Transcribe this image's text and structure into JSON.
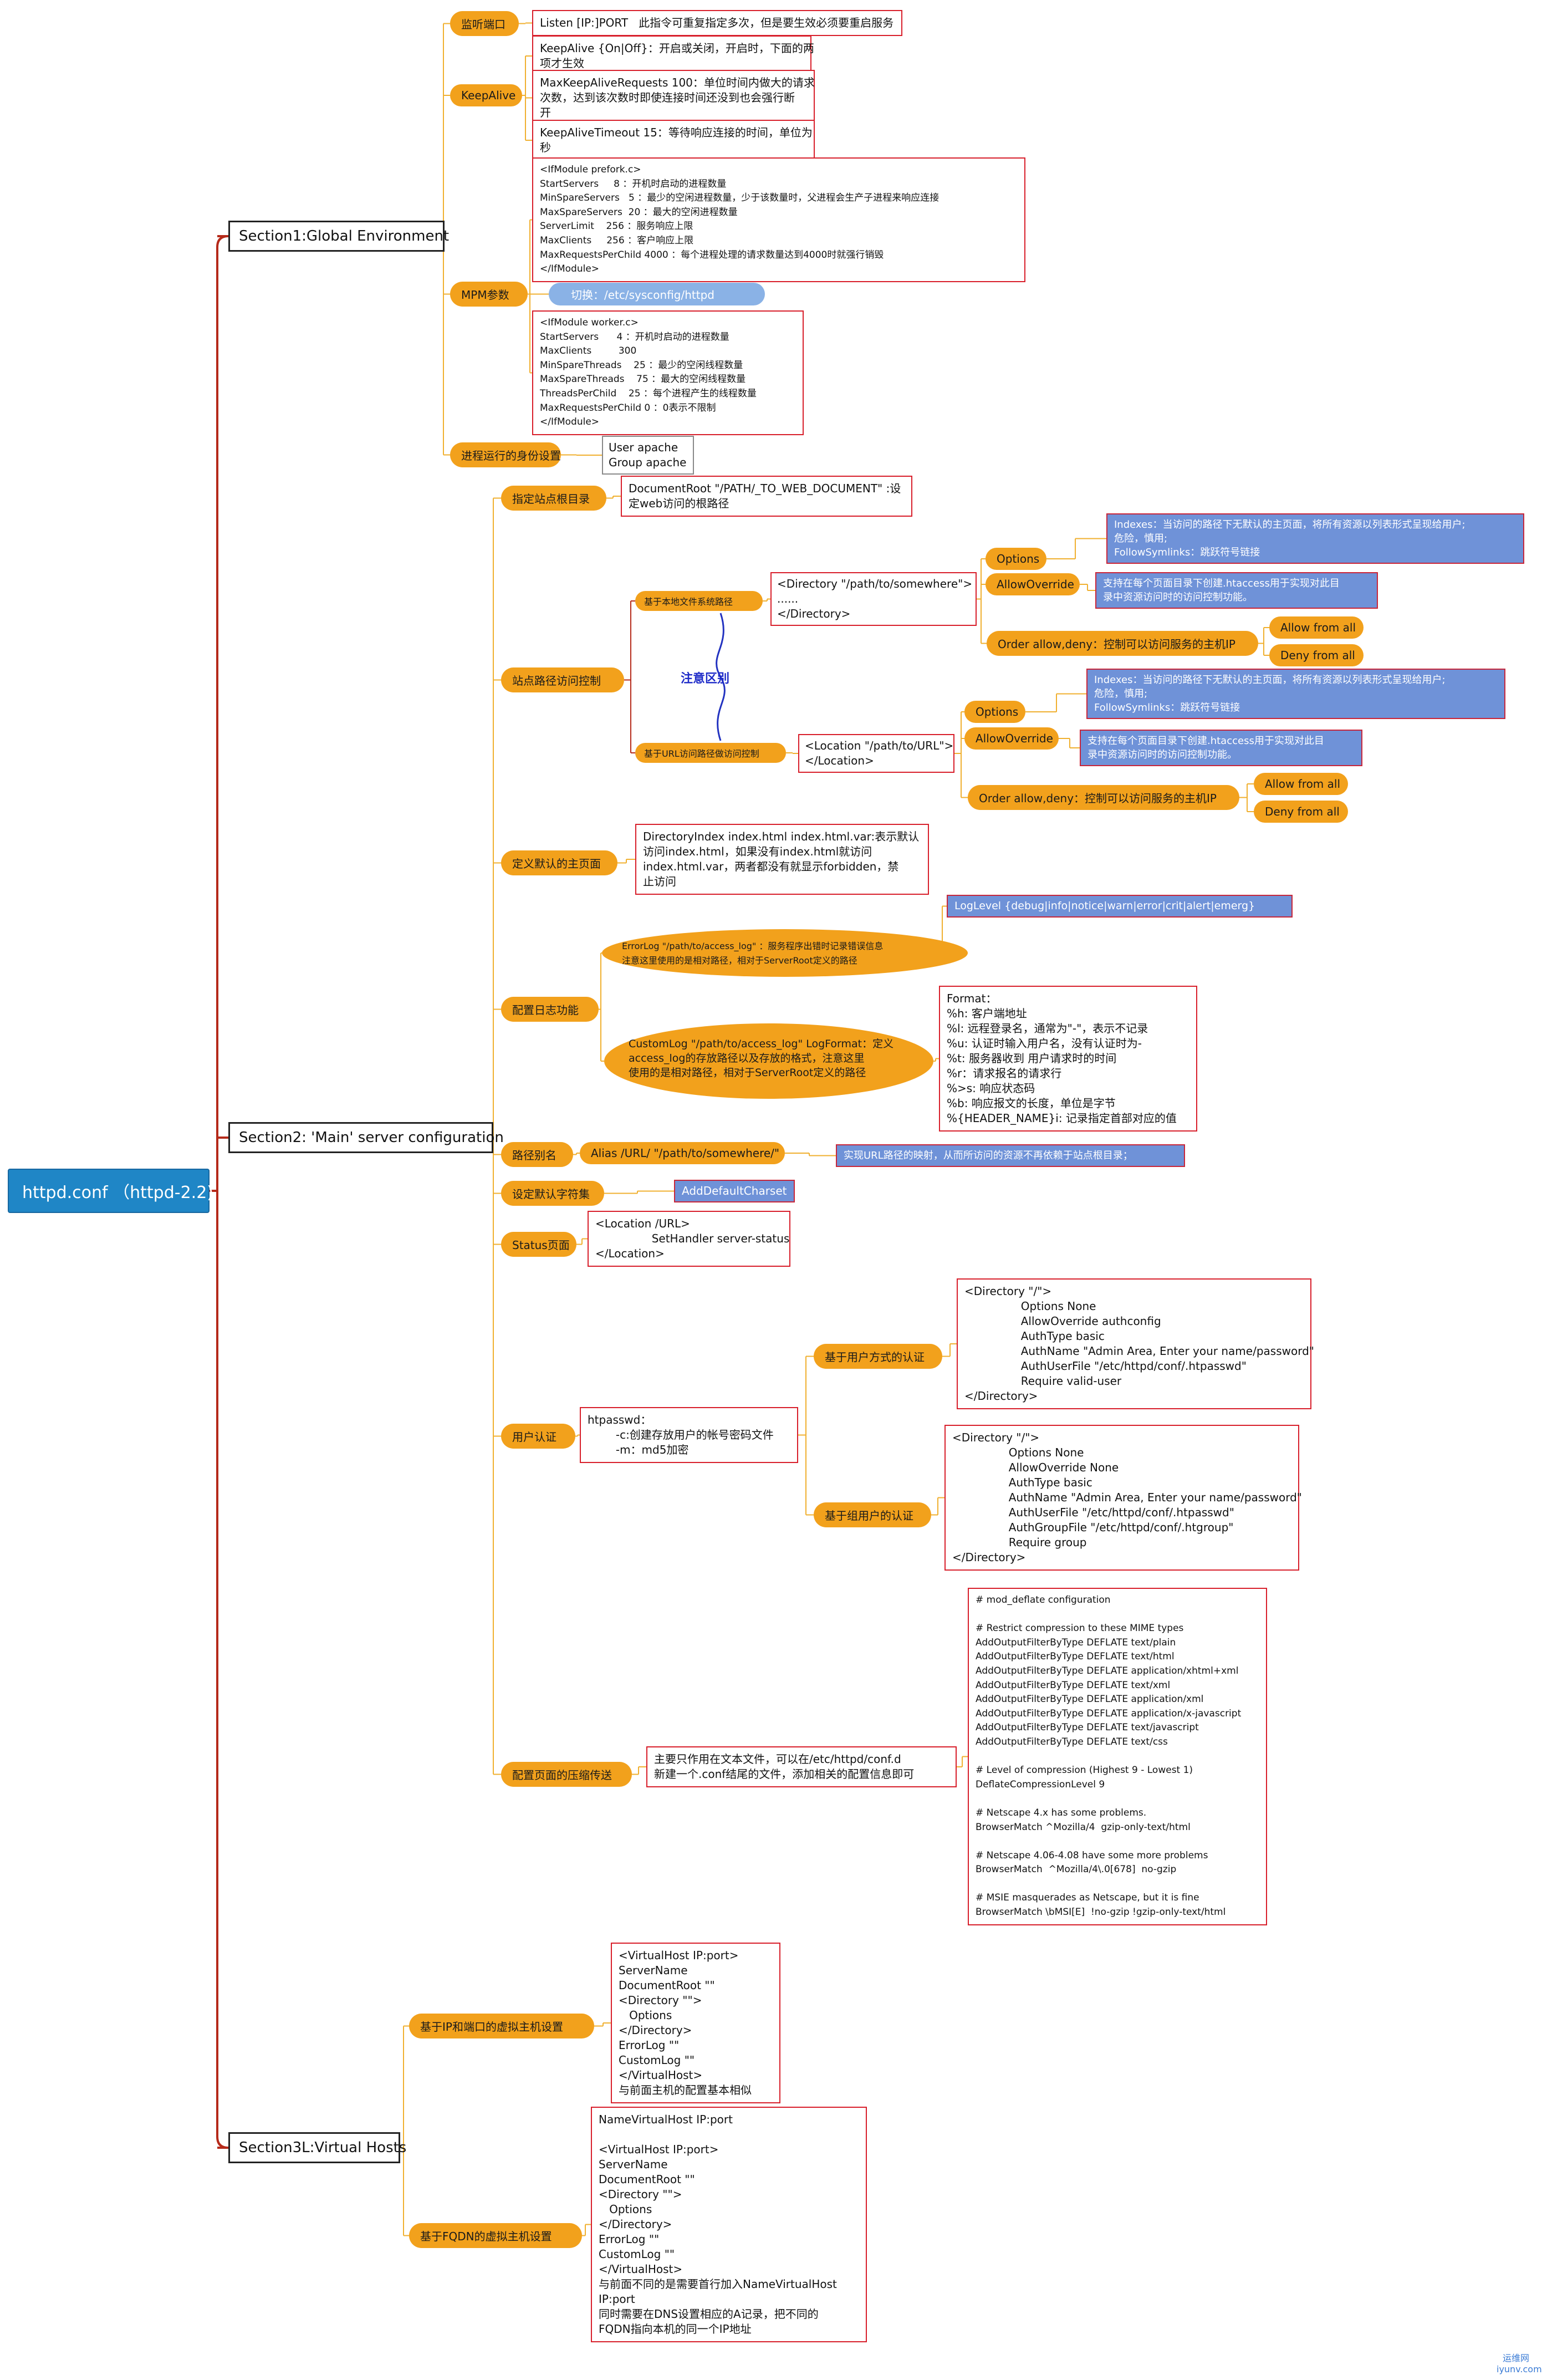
{
  "root": "httpd.conf （httpd-2.2)",
  "sections": {
    "s1": "Section1:Global Environment",
    "s2": "Section2: 'Main' server configuration",
    "s3": "Section3L:Virtual Hosts"
  },
  "g": {
    "listen_label": "监听端口",
    "listen_text": "Listen [IP:]PORT   此指令可重复指定多次，但是要生效必须要重启服务",
    "keepalive_label": "KeepAlive",
    "ka1": "KeepAlive {On|Off}：开启或关闭，开启时，下面的两\n项才生效",
    "ka2": "MaxKeepAliveRequests 100：单位时间内做大的请求\n次数，达到该次数时即使连接时间还没到也会强行断\n开",
    "ka3": "KeepAliveTimeout 15：等待响应连接的时间，单位为\n秒",
    "mpm_label": "MPM参数",
    "mpm_switch": "切换：/etc/sysconfig/httpd",
    "prefork": "<IfModule prefork.c>\nStartServers     8 ：开机时启动的进程数量\nMinSpareServers   5 ：最少的空闲进程数量，少于该数量时，父进程会生产子进程来响应连接\nMaxSpareServers  20 ：最大的空闲进程数量\nServerLimit    256 ：服务响应上限\nMaxClients     256 ：客户响应上限\nMaxRequestsPerChild 4000 ：每个进程处理的请求数量达到4000时就强行销毁\n</IfModule>",
    "worker": "<IfModule worker.c>\nStartServers      4 ：开机时启动的进程数量\nMaxClients         300\nMinSpareThreads    25 ：最少的空闲线程数量\nMaxSpareThreads    75 ：最大的空闲线程数量\nThreadsPerChild    25 ：每个进程产生的线程数量\nMaxRequestsPerChild 0 ：0表示不限制\n</IfModule>",
    "identity_label": "进程运行的身份设置",
    "identity_text": "User apache\nGroup apache"
  },
  "m": {
    "docroot_label": "指定站点根目录",
    "docroot_text": "DocumentRoot \"/PATH/_TO_WEB_DOCUMENT\" :设\n定web访问的根路径",
    "access_label": "站点路径访问控制",
    "fs_label": "基于本地文件系统路径",
    "dir_text": "<Directory \"/path/to/somewhere\">\n......\n</Directory>",
    "options": "Options",
    "options_desc": "Indexes：当访问的路径下无默认的主页面，将所有资源以列表形式呈现给用户;\n危险，慎用;\nFollowSymlinks：跳跃符号链接",
    "allowoverride": "AllowOverride",
    "ao_desc": "支持在每个页面目录下创建.htaccess用于实现对此目\n录中资源访问时的访问控制功能。",
    "order": "Order allow,deny：控制可以访问服务的主机IP",
    "allow_all": "Allow from all",
    "deny_all": "Deny from all",
    "note": "注意区别",
    "url_label": "基于URL访问路径做访问控制",
    "loc_text": "<Location \"/path/to/URL\">\n</Location>",
    "index_label": "定义默认的主页面",
    "index_text": "DirectoryIndex index.html index.html.var:表示默认\n访问index.html，如果没有index.html就访问\nindex.html.var，两者都没有就显示forbidden，禁\n止访问",
    "log_label": "配置日志功能",
    "loglevel": "LogLevel {debug|info|notice|warn|error|crit|alert|emerg}",
    "errorlog": "ErrorLog \"/path/to/access_log\" ：服务程序出错时记录错误信息\n注意这里使用的是相对路径，相对于ServerRoot定义的路径",
    "customlog": "CustomLog \"/path/to/access_log\" LogFormat：定义\naccess_log的存放路径以及存放的格式，注意这里\n使用的是相对路径，相对于ServerRoot定义的路径",
    "format": "Format：\n%h: 客户端地址\n%l: 远程登录名，通常为\"-\"，表示不记录\n%u: 认证时输入用户名，没有认证时为-\n%t: 服务器收到 用户请求时的时间\n%r：请求报名的请求行\n%>s: 响应状态码\n%b: 响应报文的长度，单位是字节\n%{HEADER_NAME}i: 记录指定首部对应的值",
    "alias_label": "路径别名",
    "alias_text": "Alias /URL/ \"/path/to/somewhere/\"",
    "alias_desc": "实现URL路径的映射，从而所访问的资源不再依赖于站点根目录；",
    "charset_label": "设定默认字符集",
    "charset_text": "AddDefaultCharset",
    "status_label": "Status页面",
    "status_text": "<Location /URL>\n                SetHandler server-status\n</Location>",
    "auth_label": "用户认证",
    "htpasswd": "htpasswd：\n        -c:创建存放用户的帐号密码文件\n        -m：md5加密",
    "user_auth_label": "基于用户方式的认证",
    "user_auth": "<Directory \"/\">\n                Options None\n                AllowOverride authconfig\n                AuthType basic\n                AuthName \"Admin Area, Enter your name/password\"\n                AuthUserFile \"/etc/httpd/conf/.htpasswd\"\n                Require valid-user\n</Directory>",
    "group_auth_label": "基于组用户的认证",
    "group_auth": "<Directory \"/\">\n                Options None\n                AllowOverride None\n                AuthType basic\n                AuthName \"Admin Area, Enter your name/password\"\n                AuthUserFile \"/etc/httpd/conf/.htpasswd\"\n                AuthGroupFile \"/etc/httpd/conf/.htgroup\"\n                Require group\n</Directory>",
    "deflate_label": "配置页面的压缩传送",
    "deflate_desc": "主要只作用在文本文件，可以在/etc/httpd/conf.d\n新建一个.conf结尾的文件，添加相关的配置信息即可",
    "deflate_conf": "# mod_deflate configuration\n\n# Restrict compression to these MIME types\nAddOutputFilterByType DEFLATE text/plain\nAddOutputFilterByType DEFLATE text/html\nAddOutputFilterByType DEFLATE application/xhtml+xml\nAddOutputFilterByType DEFLATE text/xml\nAddOutputFilterByType DEFLATE application/xml\nAddOutputFilterByType DEFLATE application/x-javascript\nAddOutputFilterByType DEFLATE text/javascript\nAddOutputFilterByType DEFLATE text/css\n\n# Level of compression (Highest 9 - Lowest 1)\nDeflateCompressionLevel 9\n\n# Netscape 4.x has some problems.\nBrowserMatch ^Mozilla/4  gzip-only-text/html\n\n# Netscape 4.06-4.08 have some more problems\nBrowserMatch  ^Mozilla/4\\.0[678]  no-gzip\n\n# MSIE masquerades as Netscape, but it is fine\nBrowserMatch \\bMSI[E]  !no-gzip !gzip-only-text/html"
  },
  "v": {
    "ip_label": "基于IP和端口的虚拟主机设置",
    "ip_text": "<VirtualHost IP:port>\nServerName\nDocumentRoot \"\"\n<Directory \"\">\n   Options\n</Directory>\nErrorLog \"\"\nCustomLog \"\"\n</VirtualHost>\n与前面主机的配置基本相似",
    "fqdn_label": "基于FQDN的虚拟主机设置",
    "fqdn_text": "NameVirtualHost IP:port\n\n<VirtualHost IP:port>\nServerName\nDocumentRoot \"\"\n<Directory \"\">\n   Options\n</Directory>\nErrorLog \"\"\nCustomLog \"\"\n</VirtualHost>\n与前面不同的是需要首行加入NameVirtualHost\nIP:port\n同时需要在DNS设置相应的A记录，把不同的\nFQDN指向本机的同一个IP地址"
  },
  "watermark": "运维网\niyunv.com",
  "colors": {
    "root": "#1f86c6",
    "pill": "#f2a11c",
    "box_border": "#d81f2b",
    "blue_box": "#6f92d8",
    "edge": "#b52a1a"
  }
}
